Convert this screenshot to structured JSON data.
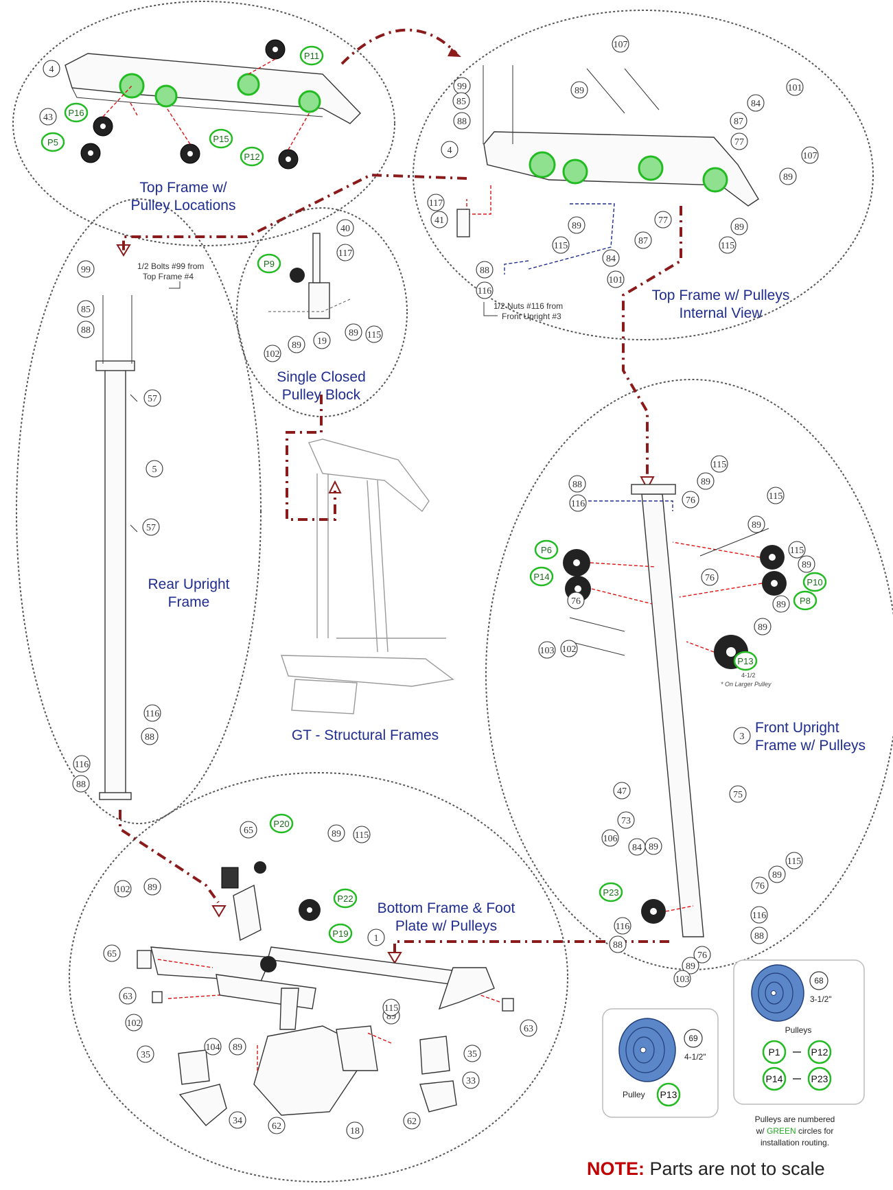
{
  "sections": {
    "top_frame_locations": [
      "Top Frame w/",
      "Pulley Locations"
    ],
    "top_frame_internal": [
      "Top Frame w/ Pulleys",
      "Internal View"
    ],
    "single_block": [
      "Single Closed",
      "Pulley Block"
    ],
    "rear_upright": [
      "Rear Upright",
      "Frame"
    ],
    "structural": "GT - Structural Frames",
    "front_upright": [
      "Front Upright",
      "Frame w/ Pulleys"
    ],
    "bottom_frame": [
      "Bottom Frame & Foot",
      "Plate w/ Pulleys"
    ]
  },
  "notes": {
    "bolts_from_top": [
      "1/2 Bolts #99 from",
      "Top Frame #4"
    ],
    "nuts_from_front": [
      "1/2 Nuts #116 from",
      "Front Upright #3"
    ],
    "larger_pulley": "* On Larger Pulley"
  },
  "pulley_sizes": {
    "three_half": "3-1/2",
    "four_half": "4-1/2"
  },
  "callouts": {
    "top_locations": [
      "4",
      "43"
    ],
    "top_internal": [
      "107",
      "99",
      "85",
      "88",
      "89",
      "101",
      "84",
      "87",
      "77",
      "107",
      "4",
      "89",
      "117",
      "41",
      "89",
      "77",
      "115",
      "87",
      "84",
      "89",
      "115",
      "101",
      "88",
      "116"
    ],
    "single_block": [
      "40",
      "117",
      "102",
      "89",
      "19",
      "89",
      "115"
    ],
    "rear_upright": [
      "99",
      "85",
      "88",
      "57",
      "5",
      "57",
      "116",
      "88",
      "116",
      "88"
    ],
    "front_upright": [
      "115",
      "88",
      "89",
      "116",
      "76",
      "115",
      "89",
      "115",
      "76",
      "89",
      "76",
      "89",
      "89",
      "102",
      "103",
      "3",
      "47",
      "75",
      "73",
      "106",
      "84",
      "89",
      "115",
      "89",
      "76",
      "116",
      "116",
      "88",
      "88",
      "76",
      "89",
      "103"
    ],
    "bottom_frame": [
      "65",
      "89",
      "115",
      "102",
      "89",
      "1",
      "65",
      "63",
      "102",
      "89",
      "115",
      "63",
      "104",
      "89",
      "35",
      "35",
      "33",
      "34",
      "62",
      "18",
      "62"
    ]
  },
  "pulley_tags": {
    "top_locations": [
      "P11",
      "P16",
      "P5",
      "P15",
      "P12"
    ],
    "single_block": [
      "P9"
    ],
    "front_upright": [
      "P6",
      "P14",
      "P10",
      "P8",
      "P13",
      "P23"
    ],
    "bottom_frame": [
      "P20",
      "P22",
      "P19"
    ]
  },
  "legend": {
    "small": {
      "number": "68",
      "size": "3-1/2\"",
      "title": "Pulleys",
      "ranges": [
        "P1",
        "P12",
        "P14",
        "P23"
      ]
    },
    "large": {
      "number": "69",
      "size": "4-1/2\"",
      "label": "Pulley",
      "tag": "P13"
    },
    "footnote": [
      "Pulleys are numbered",
      "w/ ",
      "GREEN",
      " circles for",
      "installation routing."
    ]
  },
  "note_label": "NOTE:",
  "note_text": " Parts are not to scale"
}
